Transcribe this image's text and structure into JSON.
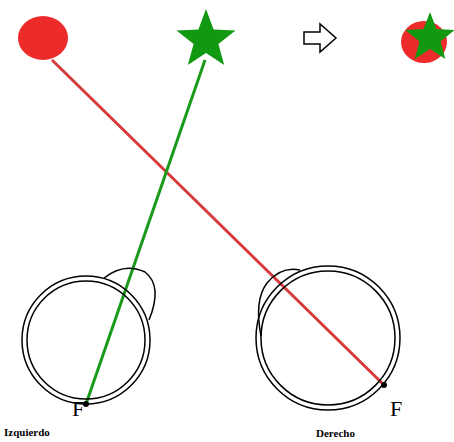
{
  "diagram": {
    "labels": [
      "F",
      "F",
      "Izquierdo",
      "Derecho"
    ]
  }
}
